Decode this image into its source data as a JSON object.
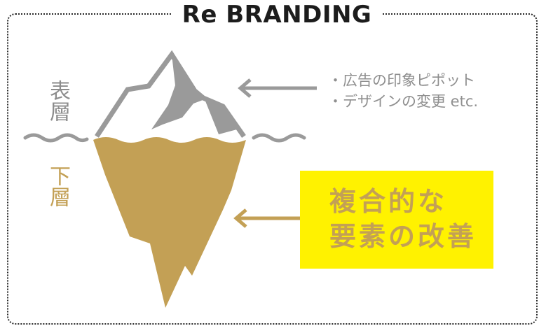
{
  "title": "Re BRANDING",
  "surface": {
    "label": "表層",
    "notes": [
      "・広告の印象ピポット",
      "・デザインの変更 etc."
    ]
  },
  "deep": {
    "label": "下層",
    "lines": [
      "複合的な",
      "要素の改善"
    ]
  },
  "colors": {
    "gray": "#9a9a9a",
    "gold": "#c3a055",
    "highlight": "#fff200",
    "frame": "#2a2a2a"
  }
}
